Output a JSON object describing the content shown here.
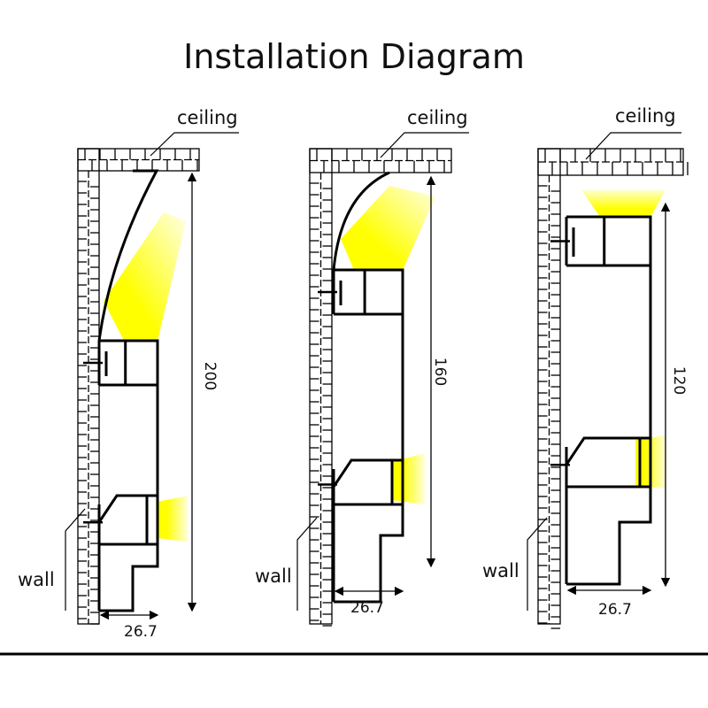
{
  "title": "Installation Diagram",
  "diagrams": [
    {
      "ceiling_label": "ceiling",
      "wall_label": "wall",
      "height_label": "200",
      "width_label": "26.7"
    },
    {
      "ceiling_label": "ceiling",
      "wall_label": "wall",
      "height_label": "160",
      "width_label": "26.7"
    },
    {
      "ceiling_label": "ceiling",
      "wall_label": "wall",
      "height_label": "120",
      "width_label": "26.7"
    }
  ],
  "colors": {
    "light": "#ffff00",
    "line": "#000000"
  }
}
